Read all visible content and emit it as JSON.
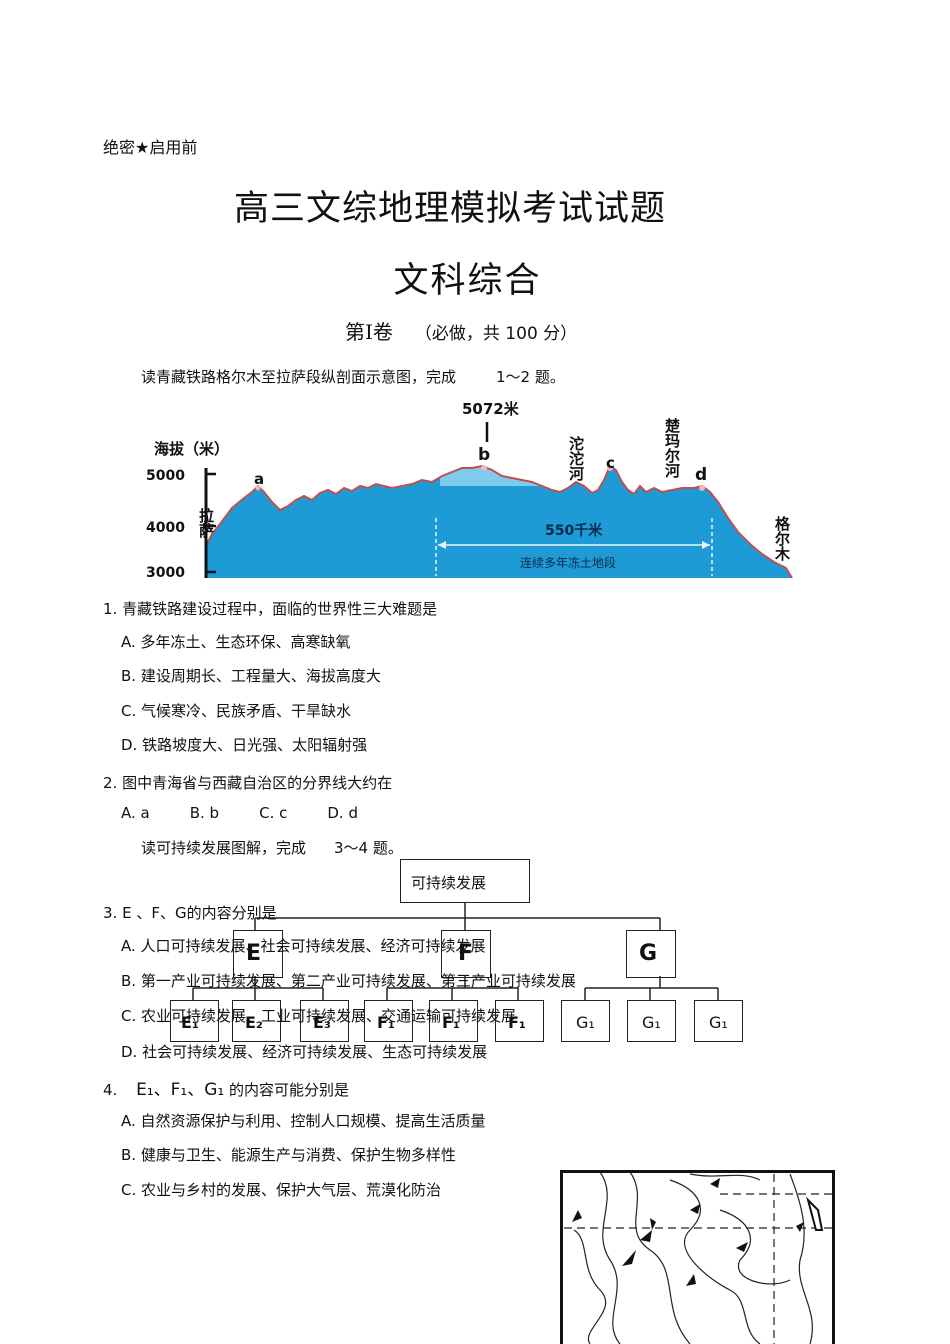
{
  "header": {
    "secret": "绝密★启用前"
  },
  "title": "高三文综地理模拟考试试题",
  "subtitle": "文科综合",
  "volume": {
    "label": "第Ⅰ卷",
    "note": "（必做，共 100 分）"
  },
  "intro1": {
    "text": "读青藏铁路格尔木至拉萨段纵剖面示意图，完成",
    "range": "1～2 题。"
  },
  "profile": {
    "ylabel": "海拔（米）",
    "yticks": [
      "5000",
      "4000",
      "3000"
    ],
    "peak_label": "5072米",
    "points": [
      "a",
      "b",
      "c",
      "d"
    ],
    "places": {
      "lasa": "拉萨",
      "tuotuo": "沱沱河",
      "chumaer": "楚玛尔河",
      "geermu": "格尔木"
    },
    "permafrost_length": "550千米",
    "permafrost_label": "连续多年冻土地段",
    "colors": {
      "terrain": "#1e9ad6",
      "terrain_light": "#7cc8ec",
      "outline": "#c0504d"
    }
  },
  "q1": {
    "stem": "1.  青藏铁路建设过程中，面临的世界性三大难题是",
    "options": [
      "A. 多年冻土、生态环保、高寒缺氧",
      "B. 建设周期长、工程量大、海拔高度大",
      "C. 气候寒冷、民族矛盾、干旱缺水",
      "D. 铁路坡度大、日光强、太阳辐射强"
    ]
  },
  "q2": {
    "stem": "2.  图中青海省与西藏自治区的分界线大约在",
    "options": [
      "A. a",
      "B. b",
      "C. c",
      "D. d"
    ]
  },
  "intro2": {
    "text": "读可持续发展图解，完成",
    "range": "3～4 题。"
  },
  "tree": {
    "root": "可持续发展",
    "level1": [
      "E",
      "F",
      "G"
    ],
    "level2": [
      "E₁",
      "E₂",
      "E₃",
      "F₁",
      "F₁",
      "F₁",
      "G₁",
      "G₁",
      "G₁"
    ]
  },
  "q3": {
    "stem": "3. E 、F、G的内容分别是",
    "options": [
      "A. 人口可持续发展、社会可持续发展、经济可持续发展",
      "B. 第一产业可持续发展、第二产业可持续发展、第三产业可持续发展",
      "C. 农业可持续发展、工业可持续发展、交通运输可持续发展",
      "D. 社会可持续发展、经济可持续发展、生态可持续发展"
    ]
  },
  "q4": {
    "stem_prefix": "4.",
    "stem_terms": "E₁、F₁、G₁",
    "stem_suffix": "的内容可能分别是",
    "options": [
      "A. 自然资源保护与利用、控制人口规模、提高生活质量",
      "B. 健康与卫生、能源生产与消费、保护生物多样性",
      "C. 农业与乡村的发展、保护大气层、荒漠化防治"
    ]
  }
}
